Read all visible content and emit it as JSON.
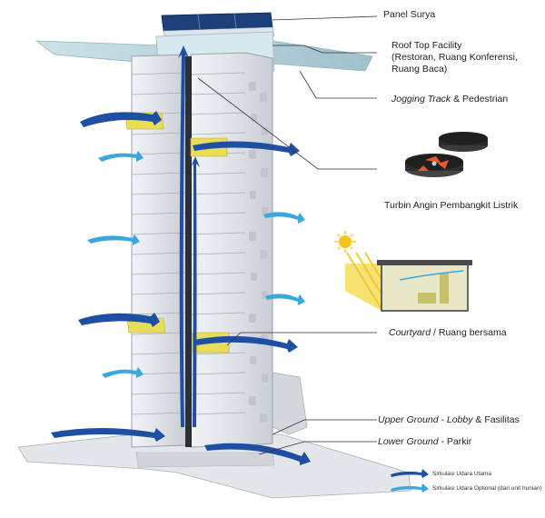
{
  "labels": {
    "panel_surya": "Panel Surya",
    "roof_top_1": "Roof Top Facility",
    "roof_top_2": "(Restoran, Ruang Konferensi,",
    "roof_top_3": "Ruang Baca)",
    "jogging_italic": "Jogging Track",
    "jogging_rest": " & Pedestrian",
    "turbin": "Turbin Angin Pembangkit Listrik",
    "courtyard_italic": "Courtyard",
    "courtyard_rest": " / Ruang bersama",
    "upper_italic": "Upper Ground - Lobby",
    "upper_rest": " & Fasilitas",
    "lower_italic": "Lower Ground",
    "lower_rest": " - Parkir"
  },
  "legend": {
    "main": "Sirkulasi Udara Utama",
    "optional": "Sirkulasi Udara Optional (dari unit hunian)"
  },
  "colors": {
    "main_air": "#1f4fa3",
    "optional_air": "#3aa7de",
    "accent_yellow": "#e8dc5a",
    "building": "#e3e6ea",
    "roof_glass": "#9fc3cf",
    "solar_panel": "#1d3f7a"
  },
  "icons": [
    "wind-turbine-icon",
    "sun-icon",
    "courtyard-section-icon"
  ]
}
